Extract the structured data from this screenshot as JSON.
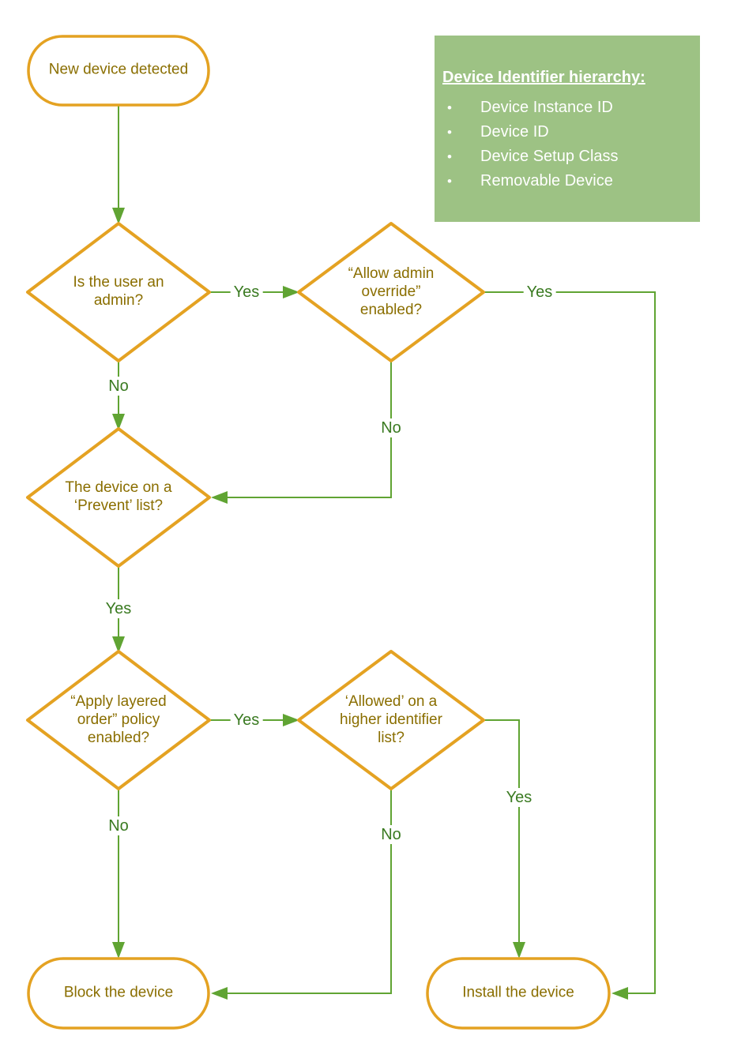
{
  "colors": {
    "node_border": "#E4A222",
    "node_text": "#8A6E00",
    "connector": "#60A433",
    "edge_label_text": "#3A7A21",
    "legend_bg": "#9DC284",
    "legend_text": "#FFFFFF",
    "background": "#FFFFFF"
  },
  "nodes": {
    "start": {
      "type": "terminator",
      "label": "New device detected"
    },
    "admin": {
      "type": "decision",
      "label": "Is the user an admin?"
    },
    "override": {
      "type": "decision",
      "label": "“Allow admin override” enabled?"
    },
    "prevent": {
      "type": "decision",
      "label": "The device on a ‘Prevent’ list?"
    },
    "layered": {
      "type": "decision",
      "label": "“Apply layered order” policy enabled?"
    },
    "higher": {
      "type": "decision",
      "label": "‘Allowed’ on a higher identifier list?"
    },
    "block": {
      "type": "terminator",
      "label": "Block the device"
    },
    "install": {
      "type": "terminator",
      "label": "Install the device"
    }
  },
  "edges": {
    "admin_override": {
      "label": "Yes"
    },
    "admin_prevent": {
      "label": "No"
    },
    "override_install": {
      "label": "Yes"
    },
    "override_prevent": {
      "label": "No"
    },
    "prevent_layered": {
      "label": "Yes"
    },
    "layered_higher": {
      "label": "Yes"
    },
    "layered_block": {
      "label": "No"
    },
    "higher_install": {
      "label": "Yes"
    },
    "higher_block": {
      "label": "No"
    }
  },
  "legend": {
    "title": "Device Identifier hierarchy:",
    "bullet": "•",
    "items": [
      "Device Instance ID",
      "Device ID",
      "Device Setup Class",
      "Removable Device"
    ]
  }
}
